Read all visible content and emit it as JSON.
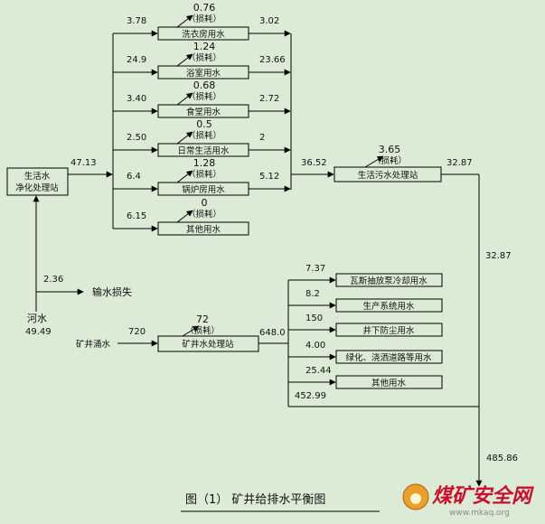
{
  "sources": {
    "purifier_l1": "生活水",
    "purifier_l2": "净化处理站",
    "river_l1": "河水",
    "river_value": "49.49",
    "river_loss_value": "2.36",
    "river_loss_label": "输水损失",
    "mine_source_label": "矿井涌水",
    "mine_source_value": "720",
    "purifier_out": "47.13"
  },
  "loss_label": "（损耗）",
  "domestic": [
    {
      "name": "洗衣房用水",
      "in": "3.78",
      "loss": "0.76",
      "out": "3.02"
    },
    {
      "name": "浴室用水",
      "in": "24.9",
      "loss": "1.24",
      "out": "23.66"
    },
    {
      "name": "食堂用水",
      "in": "3.40",
      "loss": "0.68",
      "out": "2.72"
    },
    {
      "name": "日常生活用水",
      "in": "2.50",
      "loss": "0.5",
      "out": "2"
    },
    {
      "name": "锅炉房用水",
      "in": "6.4",
      "loss": "1.28",
      "out": "5.12"
    },
    {
      "name": "其他用水",
      "in": "6.15",
      "loss": "0",
      "out": ""
    }
  ],
  "sewage": {
    "name": "生活污水处理站",
    "in": "36.52",
    "loss": "3.65",
    "out": "32.87",
    "down": "32.87"
  },
  "mine_station": {
    "name": "矿井水处理站",
    "loss": "72",
    "out": "648.0"
  },
  "mine_uses": [
    {
      "name": "瓦斯抽放泵冷却用水",
      "value": "7.37"
    },
    {
      "name": "生产系统用水",
      "value": "8.2"
    },
    {
      "name": "井下防尘用水",
      "value": "150"
    },
    {
      "name": "绿化、浇洒道路等用水",
      "value": "4.00"
    },
    {
      "name": "其他用水",
      "value": "25.44"
    }
  ],
  "mine_discharge": "452.99",
  "total_discharge": "485.86",
  "caption": "图（1）    矿井给排水平衡图",
  "watermark": {
    "brand": "煤矿安全网",
    "url": "www.mkaq.org"
  }
}
